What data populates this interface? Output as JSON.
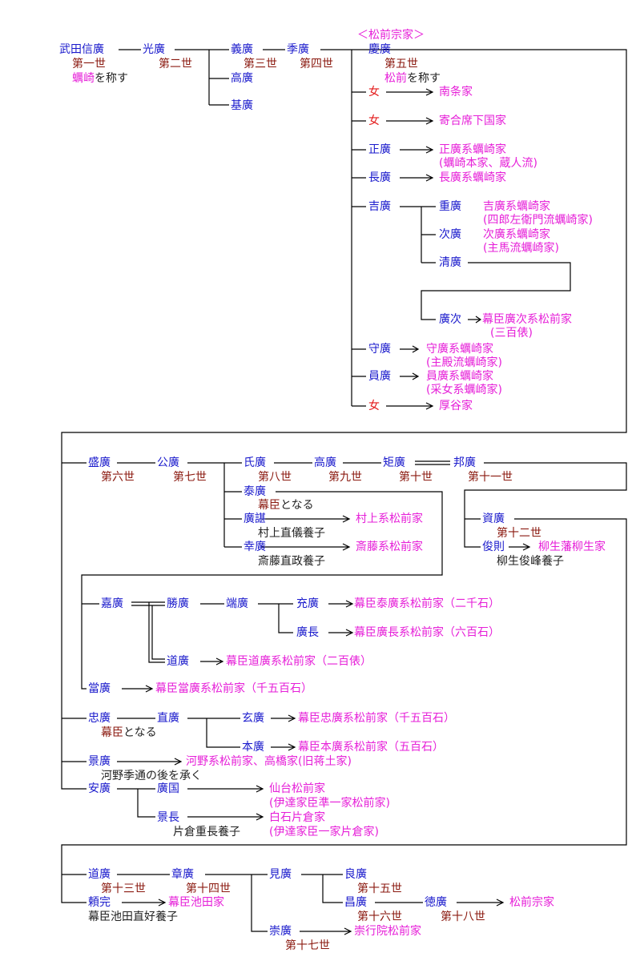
{
  "title": "＜松前宗家＞",
  "colors": {
    "name": "#1a1acc",
    "generation": "#8b1a10",
    "house": "#e61fd8",
    "female": "#e31a1a",
    "note": "#222222",
    "line": "#000000"
  },
  "nodes": {
    "nobuhiro": {
      "name": "武田信廣",
      "gen": "第一世",
      "note_h": "蠣崎",
      "note": "を称す"
    },
    "mitsuhiro": {
      "name": "光廣",
      "gen": "第二世"
    },
    "yoshihiro": {
      "name": "義廣",
      "gen": "第三世"
    },
    "takahiro1": {
      "name": "高廣"
    },
    "motohiro": {
      "name": "基廣"
    },
    "suehiro": {
      "name": "季廣",
      "gen": "第四世"
    },
    "yoshihiro5": {
      "name": "慶廣",
      "gen": "第五世",
      "note_h": "松前",
      "note": "を称す"
    },
    "daughter1": {
      "name": "女",
      "house": "南条家"
    },
    "daughter2": {
      "name": "女",
      "house": "寄合席下国家"
    },
    "masahiro": {
      "name": "正廣",
      "house": "正廣系蠣崎家",
      "house2": "(蠣崎本家、蔵人流)"
    },
    "nagahiro": {
      "name": "長廣",
      "house": "長廣系蠣崎家"
    },
    "yoshihiro_k": {
      "name": "吉廣"
    },
    "shigehiro": {
      "name": "重廣",
      "house": "吉廣系蠣崎家",
      "house2": "(四郎左衛門流蠣崎家)"
    },
    "tsuguhiro": {
      "name": "次廣",
      "house": "次廣系蠣崎家",
      "house2": "(主馬流蠣崎家)"
    },
    "kiyohiro": {
      "name": "清廣"
    },
    "hirotsugu": {
      "name": "廣次",
      "house": "幕臣廣次系松前家",
      "house2": "(三百俵)"
    },
    "morihiro": {
      "name": "守廣",
      "house": "守廣系蠣崎家",
      "house2": "(主殿流蠣崎家)"
    },
    "kazuhiro": {
      "name": "員廣",
      "house": "員廣系蠣崎家",
      "house2": "(采女系蠣崎家)"
    },
    "daughter3": {
      "name": "女",
      "house": "厚谷家"
    },
    "morihiro6": {
      "name": "盛廣",
      "gen": "第六世"
    },
    "kimihiro": {
      "name": "公廣",
      "gen": "第七世"
    },
    "ujihiro": {
      "name": "氏廣",
      "gen": "第八世"
    },
    "takahiro9": {
      "name": "高廣",
      "gen": "第九世"
    },
    "norihiro": {
      "name": "矩廣",
      "gen": "第十世"
    },
    "kunihiro": {
      "name": "邦廣",
      "gen": "第十一世"
    },
    "yasuhiro": {
      "name": "泰廣",
      "note_h": "幕臣",
      "note": "となる"
    },
    "hirotaka": {
      "name": "廣諶",
      "note": "村上直儀養子",
      "house": "村上系松前家"
    },
    "yukihiro": {
      "name": "幸廣",
      "note": "斎藤直政養子",
      "house": "斎藤系松前家"
    },
    "sukehiro": {
      "name": "資廣",
      "gen": "第十二世"
    },
    "toshinori": {
      "name": "俊則",
      "note": "柳生俊峰養子",
      "house": "柳生藩柳生家"
    },
    "yoshihiro_ka": {
      "name": "嘉廣"
    },
    "katsuhiro": {
      "name": "勝廣"
    },
    "tadahiro_h": {
      "name": "端廣"
    },
    "mitsuhiro2": {
      "name": "充廣",
      "house": "幕臣泰廣系松前家（二千石）"
    },
    "hironaga": {
      "name": "廣長",
      "house": "幕臣廣長系松前家（六百石）"
    },
    "michihiro": {
      "name": "道廣",
      "house": "幕臣道廣系松前家（二百俵）"
    },
    "masahiro2": {
      "name": "當廣",
      "house": "幕臣當廣系松前家（千五百石）"
    },
    "tadahiro": {
      "name": "忠廣",
      "note_h": "幕臣",
      "note": "となる"
    },
    "naohiro": {
      "name": "直廣"
    },
    "genhiro": {
      "name": "玄廣",
      "house": "幕臣忠廣系松前家（千五百石）"
    },
    "motohiro2": {
      "name": "本廣",
      "house": "幕臣本廣系松前家（五百石）"
    },
    "kagehiro": {
      "name": "景廣",
      "note": "河野季通の後を承く",
      "house": "河野系松前家、高橋家(旧蒋土家)"
    },
    "yasuhiro2": {
      "name": "安廣"
    },
    "hirokuni": {
      "name": "廣国",
      "house": "仙台松前家",
      "house2": "(伊達家臣準一家松前家)"
    },
    "kagenaga": {
      "name": "景長",
      "note": "片倉重長養子",
      "house": "白石片倉家",
      "house2": "(伊達家臣一家片倉家)"
    },
    "michihiro13": {
      "name": "道廣",
      "gen": "第十三世"
    },
    "yorisada": {
      "name": "頼完",
      "note": "幕臣池田直好養子",
      "house": "幕臣池田家"
    },
    "akihiro": {
      "name": "章廣",
      "gen": "第十四世"
    },
    "mihiro": {
      "name": "見廣"
    },
    "yoshihiro15": {
      "name": "良廣",
      "gen": "第十五世"
    },
    "masahiro16": {
      "name": "昌廣",
      "gen": "第十六世"
    },
    "norihiro18": {
      "name": "徳廣",
      "gen": "第十八世",
      "house": "松前宗家"
    },
    "takahiro17": {
      "name": "崇廣",
      "gen": "第十七世",
      "house": "崇行院松前家"
    }
  }
}
